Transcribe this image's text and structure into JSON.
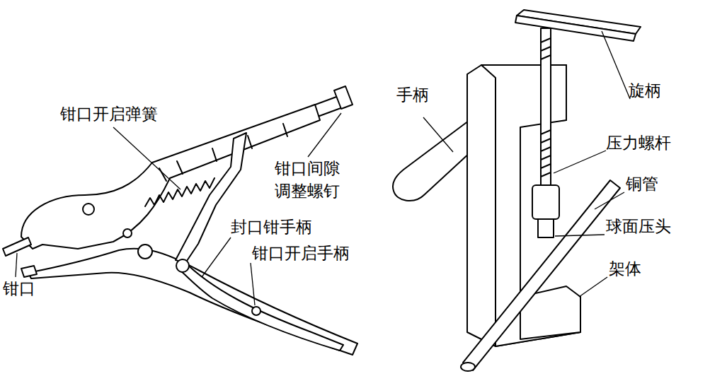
{
  "diagram": {
    "labels": [
      "钳口开启弹簧",
      "钳口间隙 调整螺钉",
      "封口钳手柄",
      "钳口开启手柄",
      "钳口",
      "手柄",
      "旋柄",
      "压力螺杆",
      "铜管",
      "球面压头",
      "架体"
    ]
  }
}
